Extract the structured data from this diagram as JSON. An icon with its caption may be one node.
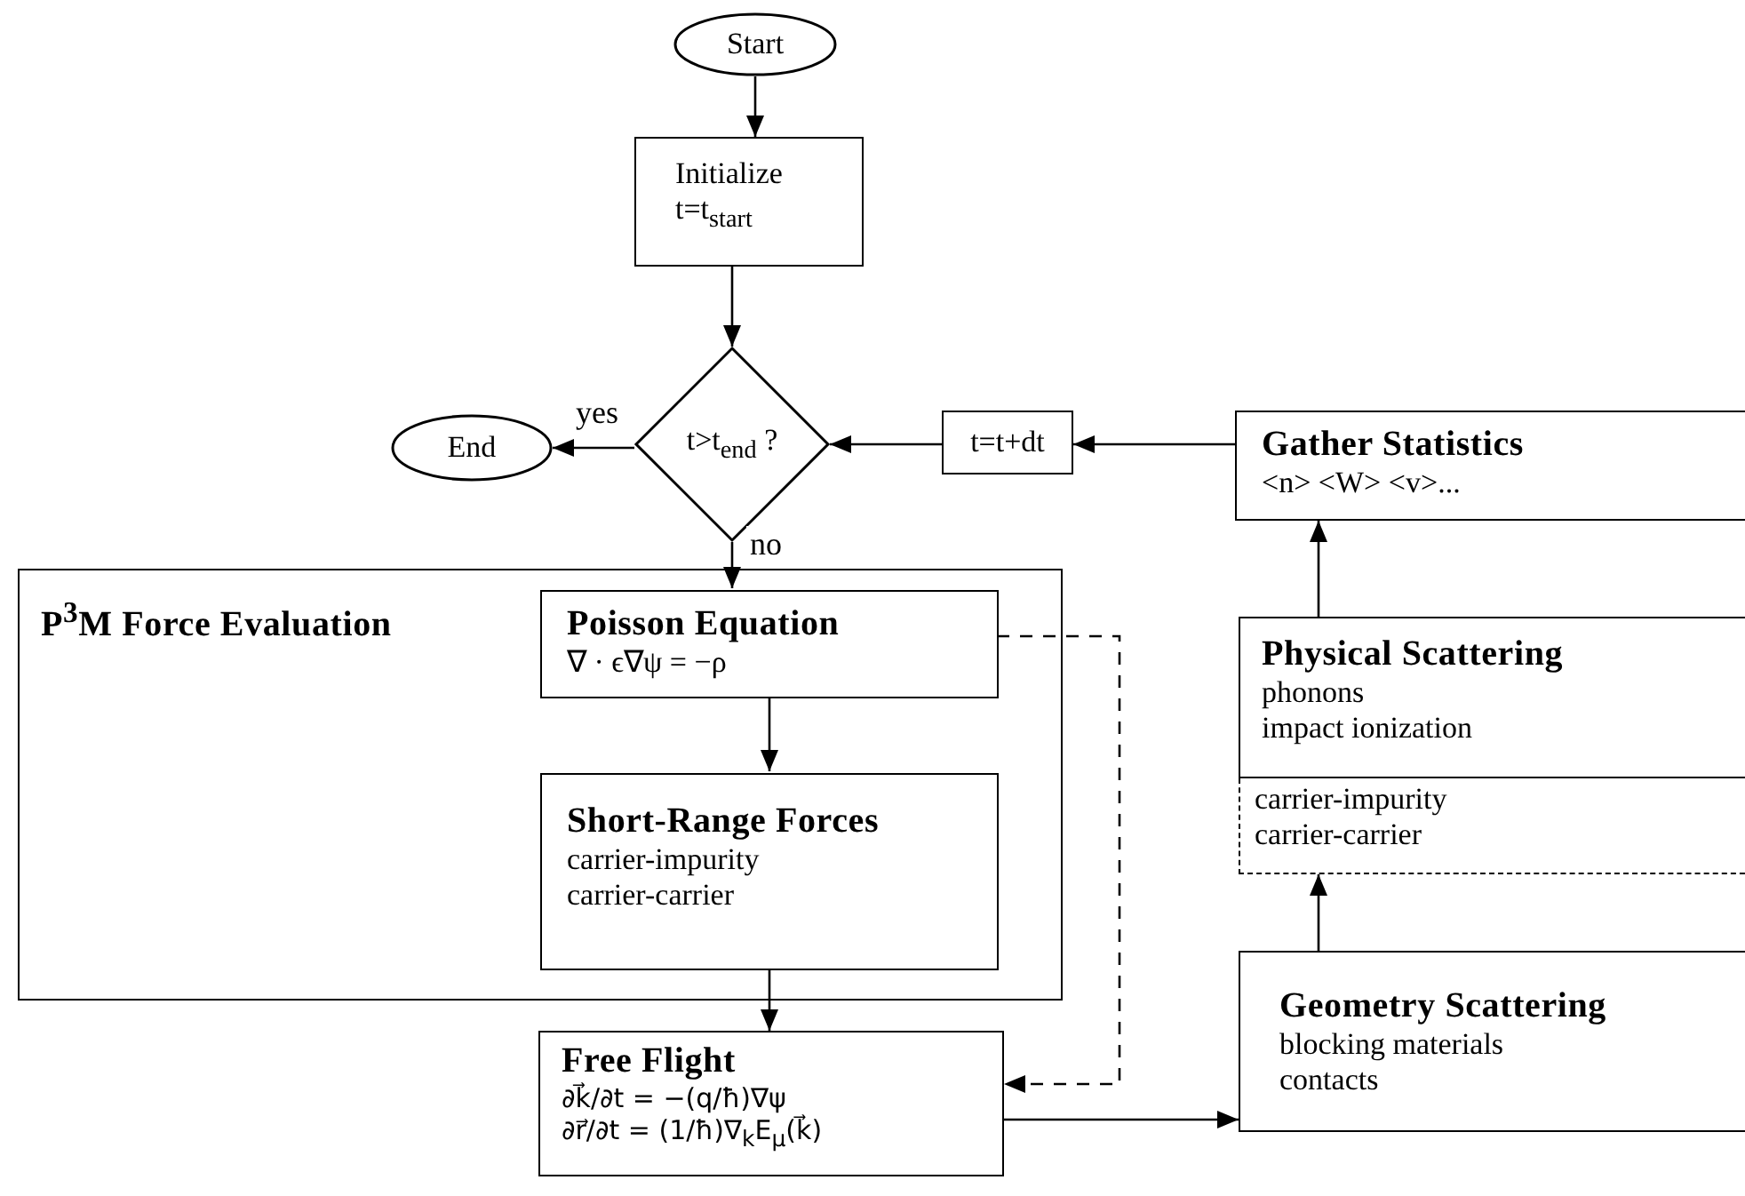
{
  "diagram": {
    "nodes": [
      {
        "text": [
          "Start"
        ]
      },
      {
        "text": [
          "Initialize",
          "t=t$_{start}$"
        ]
      },
      {
        "text": [
          "t>t$_{end}$ ?"
        ]
      },
      {
        "text": [
          "End"
        ]
      },
      {
        "text": [
          "t=t+dt"
        ]
      },
      {
        "text": [
          "Gather Statistics",
          "<n> <W> <v>..."
        ]
      },
      {
        "text": [
          "P$^{3}$M Force Evaluation"
        ]
      },
      {
        "text": [
          "Poisson Equation",
          "∇ · ϵ∇ψ = −ρ"
        ],
        "in": 6
      },
      {
        "text": [
          "Short-Range Forces",
          "carrier-impurity",
          "carrier-carrier"
        ],
        "in": 6
      },
      {
        "text": [
          "Physical Scattering",
          "phonons",
          "impact ionization"
        ]
      },
      {
        "text": [
          "carrier-impurity",
          "carrier-carrier"
        ]
      },
      {
        "text": [
          "Free Flight",
          "∂k⃗/∂t = −(q/ħ)∇ψ",
          "∂r⃗/∂t = (1/ħ)∇$_{k}$E$_{μ}$(k⃗)"
        ]
      },
      {
        "text": [
          "Geometry Scattering",
          "blocking materials",
          "contacts"
        ]
      }
    ],
    "edges": [
      {
        "from": 0,
        "to": 1,
        "arrow": "to"
      },
      {
        "from": 1,
        "to": 2,
        "arrow": "to"
      },
      {
        "from": 2,
        "to": 3,
        "arrow": "to",
        "label": "yes"
      },
      {
        "from": 2,
        "to": 7,
        "arrow": "to",
        "label": "no"
      },
      {
        "from": 4,
        "to": 2,
        "arrow": "to"
      },
      {
        "from": 5,
        "to": 4,
        "arrow": "to"
      },
      {
        "from": 7,
        "to": 8,
        "arrow": "to"
      },
      {
        "from": 8,
        "to": 11,
        "arrow": "to"
      },
      {
        "from": 7,
        "to": 11,
        "arrow": "to",
        "style": "dashed"
      },
      {
        "from": 11,
        "to": 12,
        "arrow": "to"
      },
      {
        "from": 12,
        "to": 10,
        "arrow": "to"
      },
      {
        "from": 9,
        "to": 5,
        "arrow": "to"
      }
    ]
  }
}
